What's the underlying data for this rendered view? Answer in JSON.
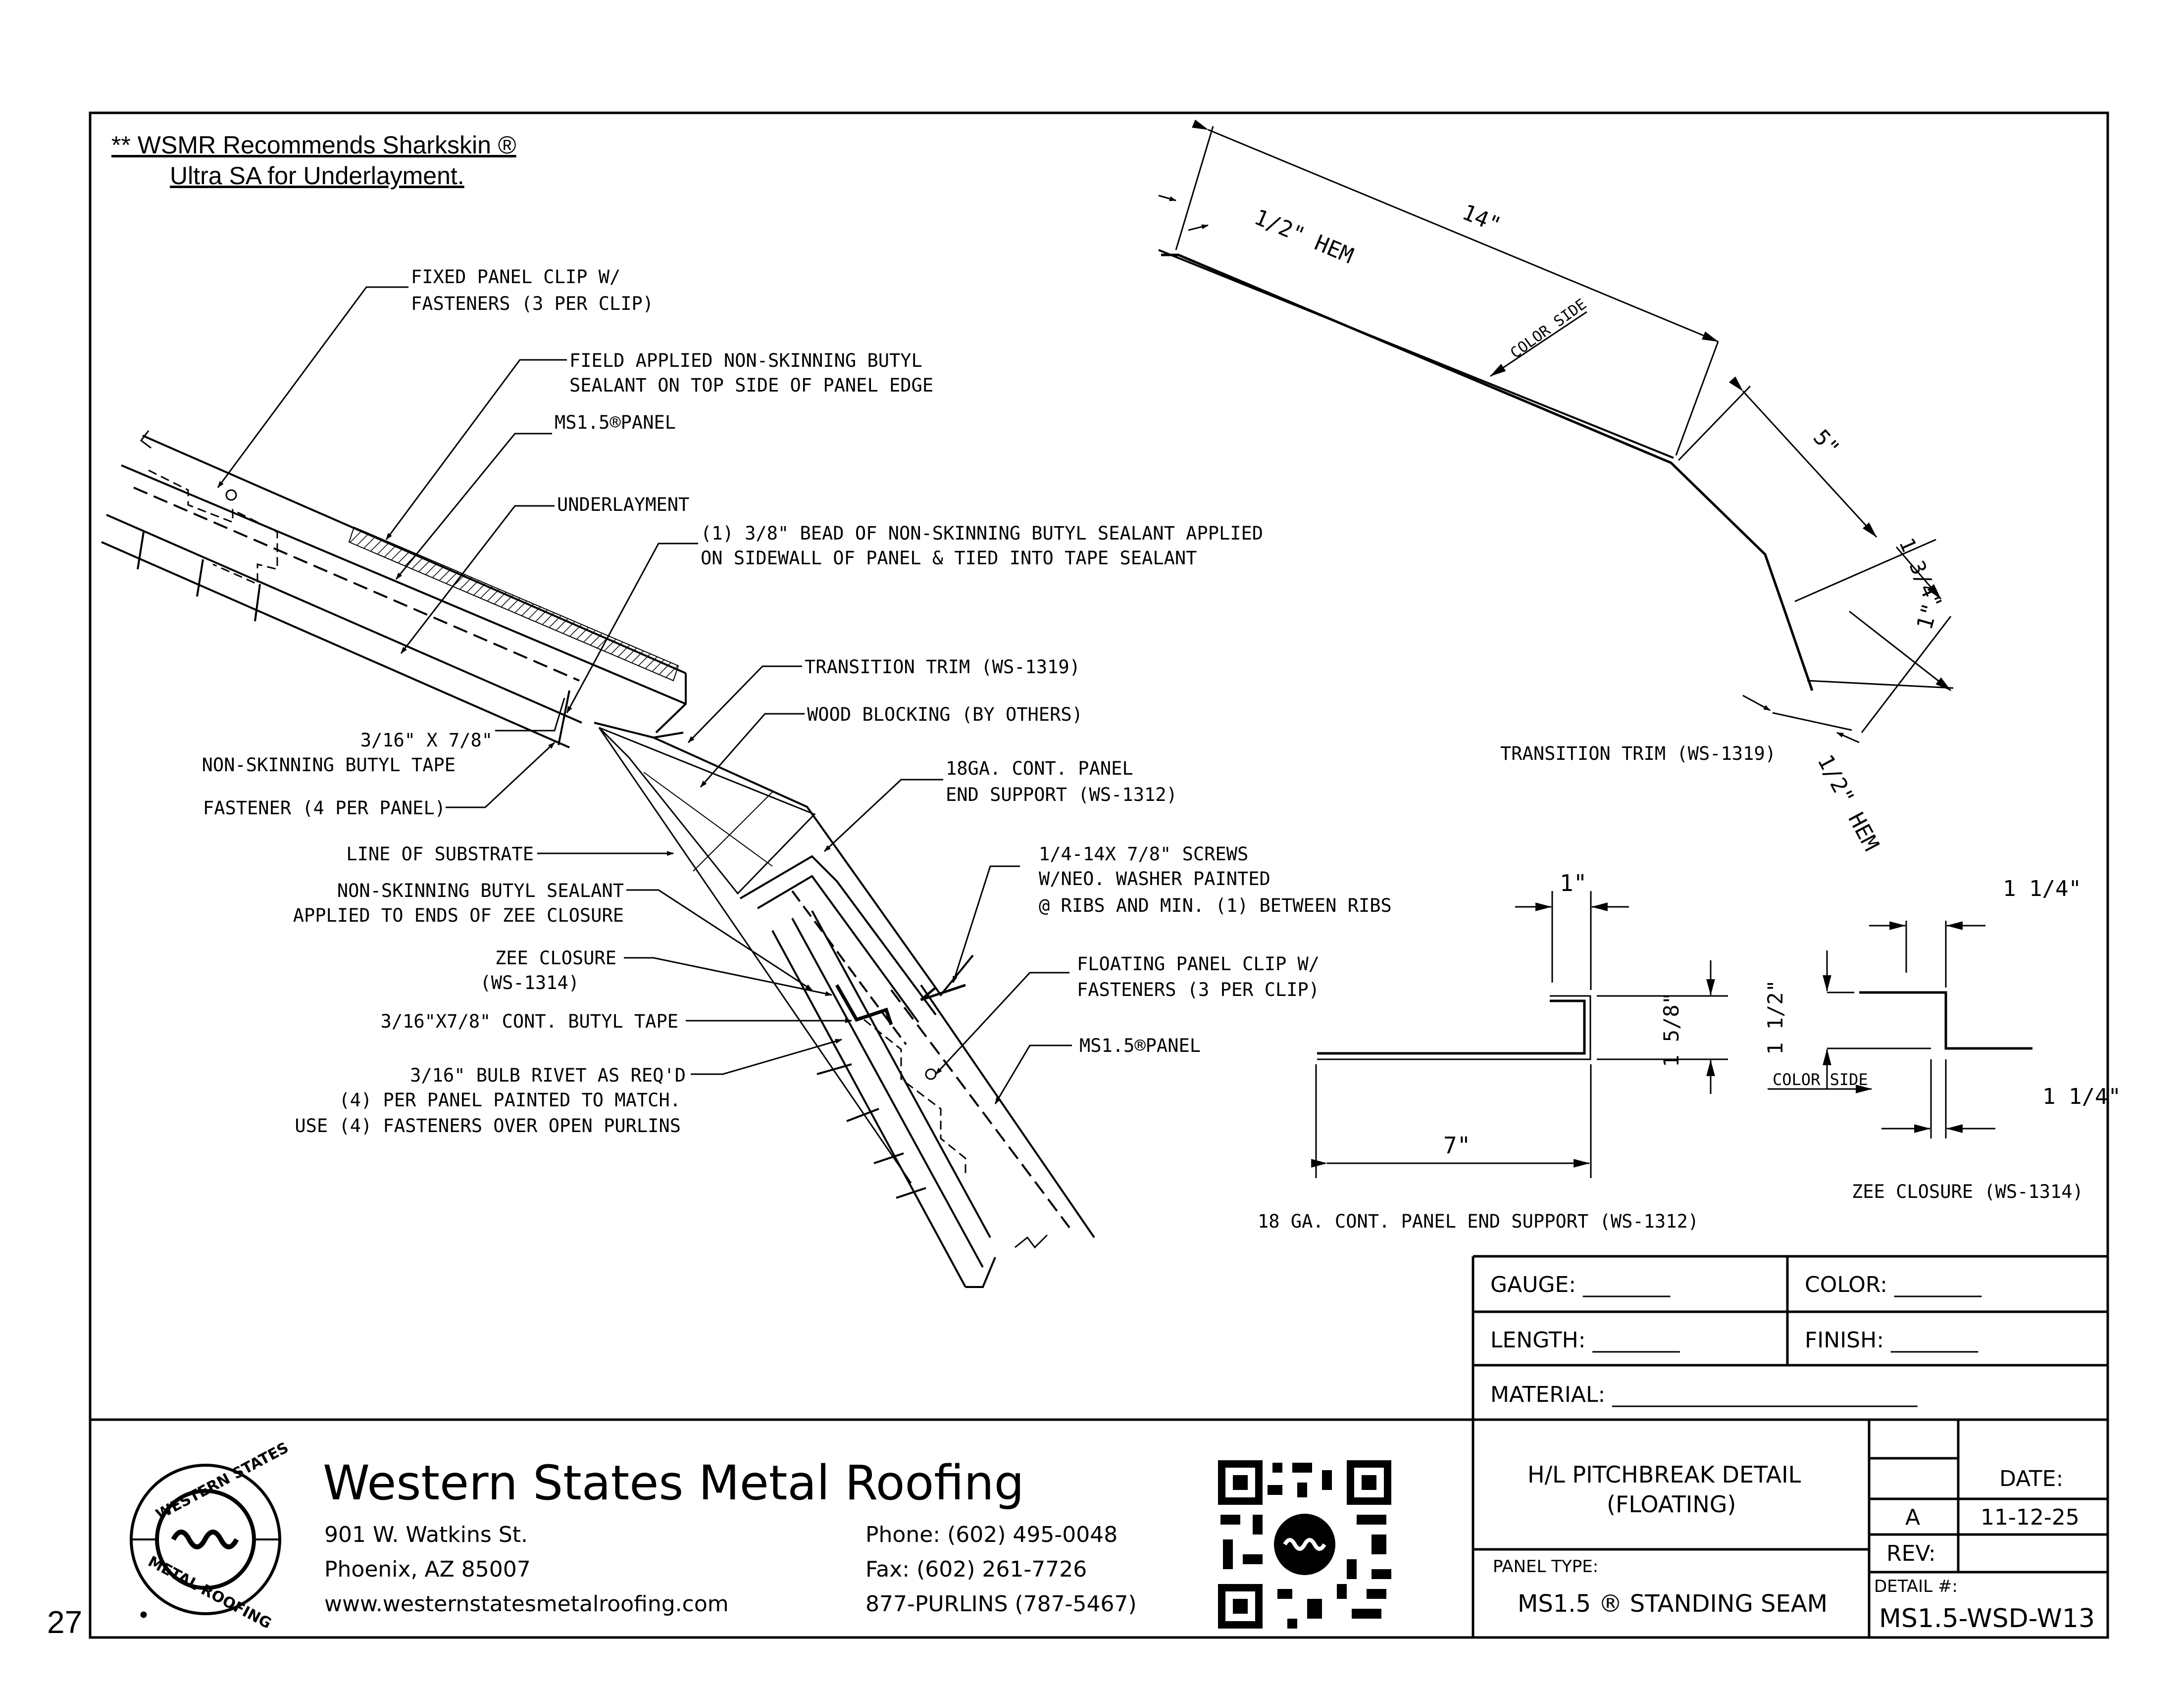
{
  "page_number": "27",
  "recommendation": {
    "line1": "** WSMR Recommends Sharkskin ®",
    "line2": "Ultra SA for Underlayment."
  },
  "section_callouts": {
    "fixed_clip": [
      "FIXED PANEL CLIP W/",
      "FASTENERS (3 PER CLIP)"
    ],
    "field_sealant": [
      "FIELD APPLIED NON-SKINNING BUTYL",
      "SEALANT ON TOP SIDE OF PANEL EDGE"
    ],
    "panel_upper": "MS1.5®PANEL",
    "underlayment": "UNDERLAYMENT",
    "bead": [
      "(1) 3/8\" BEAD OF NON-SKINNING BUTYL SEALANT APPLIED",
      "ON SIDEWALL OF PANEL & TIED INTO TAPE SEALANT"
    ],
    "tape": [
      "3/16\" X 7/8\"",
      "NON-SKINNING BUTYL TAPE"
    ],
    "fastener": "FASTENER (4 PER PANEL)",
    "transition_trim": "TRANSITION TRIM (WS-1319)",
    "wood_blocking": "WOOD BLOCKING (BY OTHERS)",
    "end_support": [
      "18GA. CONT. PANEL",
      "END SUPPORT (WS-1312)"
    ],
    "substrate": "LINE OF SUBSTRATE",
    "zee_sealant": [
      "NON-SKINNING BUTYL SEALANT",
      "APPLIED TO ENDS OF ZEE CLOSURE"
    ],
    "screws": [
      "1/4-14X 7/8\" SCREWS",
      "W/NEO. WASHER PAINTED",
      "@ RIBS AND MIN. (1) BETWEEN RIBS"
    ],
    "zee_closure": [
      "ZEE CLOSURE",
      "(WS-1314)"
    ],
    "floating_clip": [
      "FLOATING PANEL CLIP W/",
      "FASTENERS (3 PER CLIP)"
    ],
    "cont_tape": "3/16\"X7/8\" CONT. BUTYL TAPE",
    "panel_lower": "MS1.5®PANEL",
    "rivet": [
      "3/16\" BULB RIVET AS REQ'D",
      "(4) PER PANEL PAINTED TO MATCH.",
      "USE (4) FASTENERS OVER OPEN PURLINS"
    ]
  },
  "trim_profile": {
    "hem_top": "1/2\" HEM",
    "length": "14\"",
    "color_side": "COLOR SIDE",
    "dim_5": "5\"",
    "dim_1_3_4": "1 3/4\"",
    "dim_1": "1\"",
    "hem_bottom": "1/2\" HEM",
    "label": "TRANSITION TRIM (WS-1319)"
  },
  "end_support_profile": {
    "dim_top": "1\"",
    "dim_height": "1 5/8\"",
    "dim_length": "7\"",
    "label": "18 GA. CONT. PANEL END SUPPORT (WS-1312)"
  },
  "zee_profile": {
    "dim_top": "1 1/4\"",
    "dim_height": "1 1/2\"",
    "color_side": "COLOR SIDE",
    "dim_bottom": "1 1/4\"",
    "label": "ZEE CLOSURE (WS-1314)"
  },
  "spec_box": {
    "gauge": "GAUGE: ________",
    "color": "COLOR: ________",
    "length": "LENGTH: ________",
    "finish": "FINISH: ________",
    "material": "MATERIAL: ____________________________"
  },
  "company": {
    "name": "Western States Metal Roofing",
    "address1": "901 W. Watkins St.",
    "address2": "Phoenix, AZ 85007",
    "website": "www.westernstatesmetalroofing.com",
    "phone": "Phone: (602) 495-0048",
    "fax": "Fax: (602) 261-7726",
    "purlins": "877-PURLINS (787-5467)",
    "logo_text_top": "WESTERN STATES",
    "logo_text_bottom": "METAL ROOFING"
  },
  "title_block": {
    "title": [
      "H/L PITCHBREAK DETAIL",
      "(FLOATING)"
    ],
    "panel_type_label": "PANEL TYPE:",
    "panel_type": "MS1.5 ® STANDING SEAM",
    "date_label": "DATE:",
    "rev_letter": "A",
    "date": "11-12-25",
    "rev_label": "REV:",
    "detail_label": "DETAIL #:",
    "detail_number": "MS1.5-WSD-W13"
  }
}
